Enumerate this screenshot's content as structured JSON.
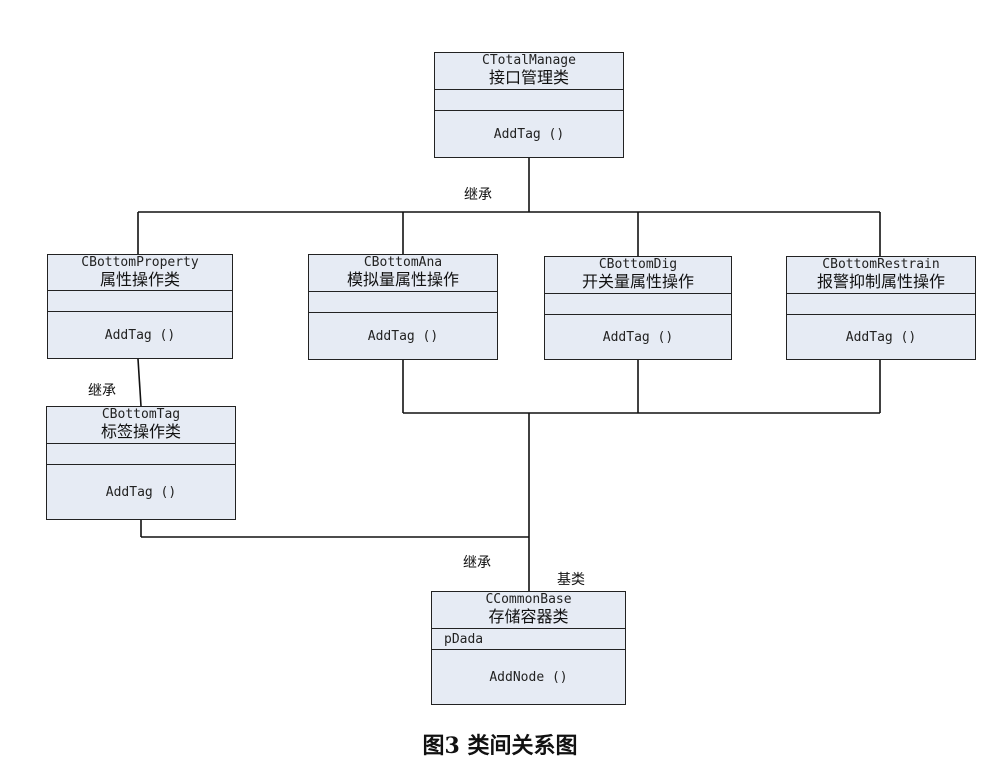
{
  "classes": {
    "total": {
      "name": "CTotalManage",
      "desc": "接口管理类",
      "attr": "",
      "op": "AddTag ()"
    },
    "property": {
      "name": "CBottomProperty",
      "desc": "属性操作类",
      "attr": "",
      "op": "AddTag ()"
    },
    "ana": {
      "name": "CBottomAna",
      "desc": "模拟量属性操作",
      "attr": "",
      "op": "AddTag ()"
    },
    "dig": {
      "name": "CBottomDig",
      "desc": "开关量属性操作",
      "attr": "",
      "op": "AddTag ()"
    },
    "restrain": {
      "name": "CBottomRestrain",
      "desc": "报警抑制属性操作",
      "attr": "",
      "op": "AddTag ()"
    },
    "tag": {
      "name": "CBottomTag",
      "desc": "标签操作类",
      "attr": "",
      "op": "AddTag ()"
    },
    "base": {
      "name": "CCommonBase",
      "desc": "存储容器类",
      "attr": "pDada",
      "op": "AddNode ()"
    }
  },
  "labels": {
    "inherit_top": "继承",
    "inherit_left": "继承",
    "inherit_bottom": "继承",
    "base_class": "基类"
  },
  "caption": "图3  类间关系图"
}
